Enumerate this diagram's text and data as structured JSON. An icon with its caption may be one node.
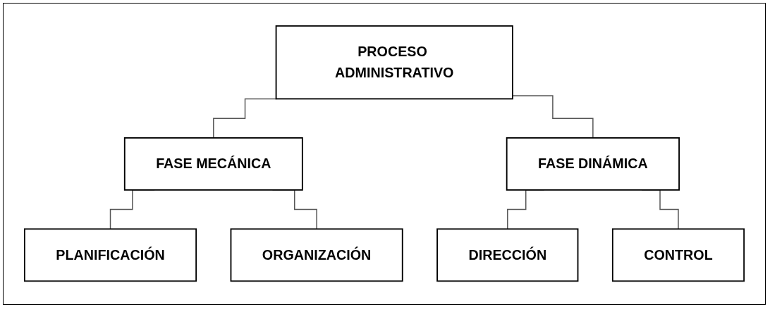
{
  "diagram": {
    "nodes": [
      {
        "text": [
          "PROCESO ADMINISTRATIVO"
        ]
      },
      {
        "text": [
          "FASE MECÁNICA"
        ]
      },
      {
        "text": [
          "FASE DINÁMICA"
        ]
      },
      {
        "text": [
          "PLANIFICACIÓN"
        ]
      },
      {
        "text": [
          "ORGANIZACIÓN"
        ]
      },
      {
        "text": [
          "DIRECCIÓN"
        ]
      },
      {
        "text": [
          "CONTROL"
        ]
      }
    ],
    "edges": [
      {
        "from": 0,
        "to": 1,
        "arrow": "none"
      },
      {
        "from": 0,
        "to": 2,
        "arrow": "none"
      },
      {
        "from": 1,
        "to": 3,
        "arrow": "none"
      },
      {
        "from": 1,
        "to": 4,
        "arrow": "none"
      },
      {
        "from": 2,
        "to": 5,
        "arrow": "none"
      },
      {
        "from": 2,
        "to": 6,
        "arrow": "none"
      }
    ]
  }
}
